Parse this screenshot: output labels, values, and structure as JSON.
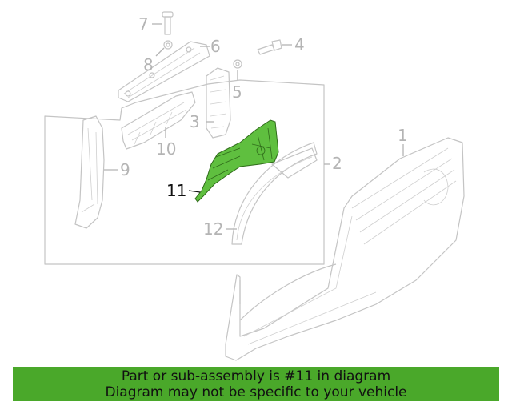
{
  "diagram": {
    "callouts": [
      "1",
      "2",
      "3",
      "4",
      "5",
      "6",
      "7",
      "8",
      "9",
      "10",
      "11",
      "12"
    ],
    "highlighted_callout": "11",
    "highlight_color": "#4aa82a",
    "line_color": "#c4c4c4"
  },
  "banner": {
    "line1": "Part or sub-assembly is #11 in diagram",
    "line2": "Diagram may not be specific to your vehicle",
    "background": "#4aa82a"
  }
}
